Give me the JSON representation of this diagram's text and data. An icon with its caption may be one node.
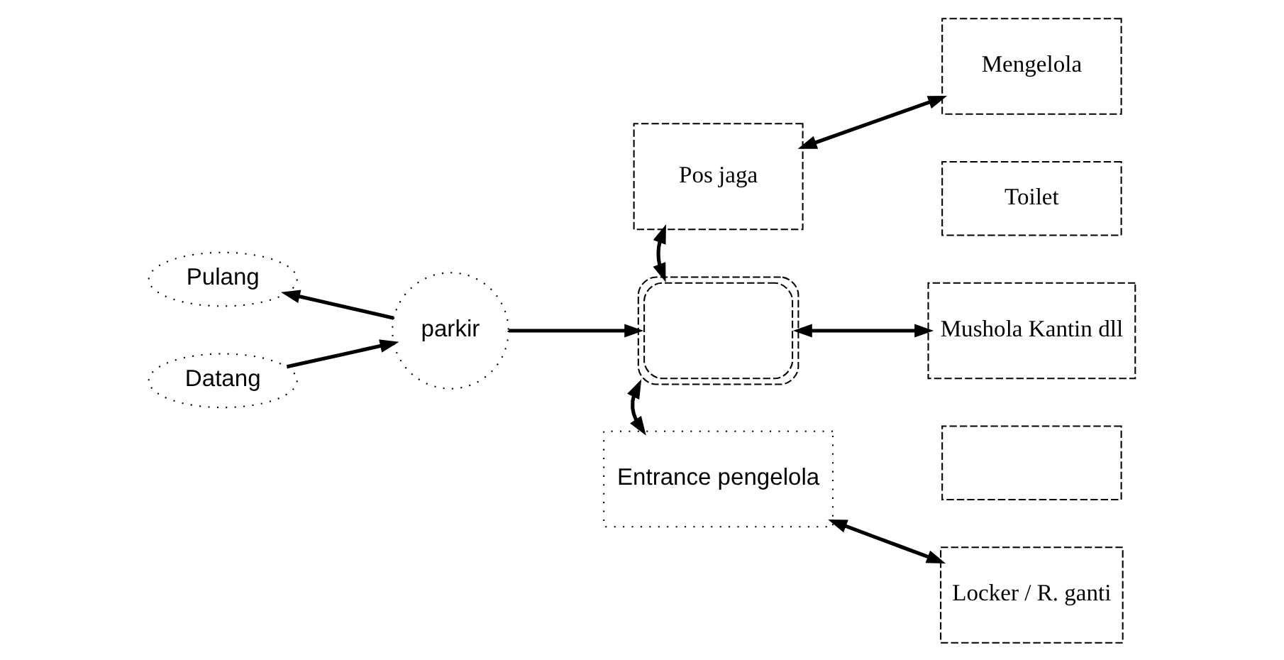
{
  "diagram": {
    "nodes": [
      {
        "text": [
          "Pulang"
        ]
      },
      {
        "text": [
          "Datang"
        ]
      },
      {
        "text": [
          "parkir"
        ]
      },
      {
        "text": [
          "Pos jaga"
        ]
      },
      {
        "text": [],
        "shape": "box"
      },
      {
        "text": [
          "Entrance pengelola"
        ]
      },
      {
        "text": [
          "Mengelola"
        ]
      },
      {
        "text": [
          "Toilet"
        ]
      },
      {
        "text": [
          "Mushola Kantin dll"
        ]
      },
      {
        "text": [],
        "shape": "box"
      },
      {
        "text": [
          "Locker / R. ganti"
        ]
      }
    ],
    "edges": [
      {
        "from": 2,
        "to": 0,
        "arrow": "to"
      },
      {
        "from": 1,
        "to": 2,
        "arrow": "to"
      },
      {
        "from": 2,
        "to": 4,
        "arrow": "to"
      },
      {
        "from": 3,
        "to": 4,
        "arrow": "both"
      },
      {
        "from": 4,
        "to": 5,
        "arrow": "both"
      },
      {
        "from": 3,
        "to": 6,
        "arrow": "both"
      },
      {
        "from": 4,
        "to": 8,
        "arrow": "both"
      },
      {
        "from": 5,
        "to": 10,
        "arrow": "both"
      }
    ]
  }
}
